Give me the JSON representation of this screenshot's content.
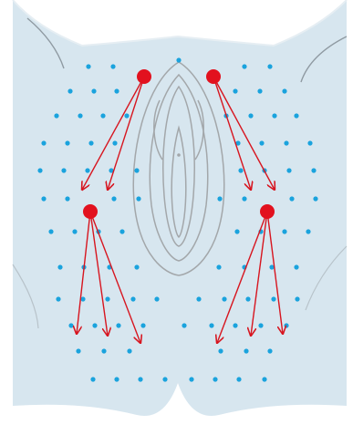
{
  "colors": {
    "background": "#ffffff",
    "skin": "#d7e6ef",
    "skin_shade": "#c7d9e5",
    "contour_line": "#8f9aa2",
    "vulva_line": "#a3a7aa",
    "dot": "#1aa3dd",
    "injection_point": "#e2111e",
    "arrow": "#d7151f"
  },
  "icons": {
    "injection_point": "red-filled-circle",
    "injection_direction": "red-arrow",
    "grid_point": "blue-dot"
  },
  "injection_points": [
    {
      "name": "upper-left",
      "arrow_count": 2
    },
    {
      "name": "upper-right",
      "arrow_count": 2
    },
    {
      "name": "lower-left",
      "arrow_count": 3
    },
    {
      "name": "lower-right",
      "arrow_count": 3
    }
  ]
}
